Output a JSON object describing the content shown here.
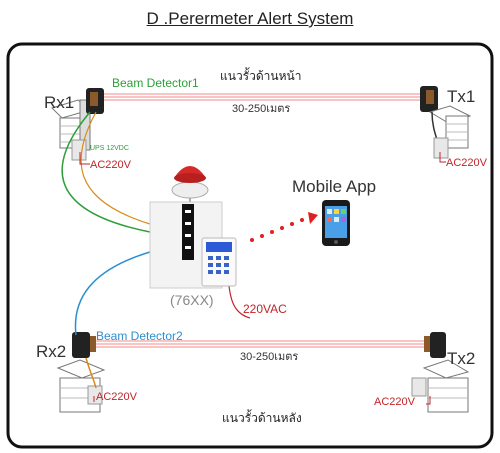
{
  "title": "D .Perermeter Alert System",
  "top_zone_label": "แนวรั้วด้านหน้า",
  "bottom_zone_label": "แนวรั้วด้านหลัง",
  "top_distance": "30-250เมตร",
  "bottom_distance": "30-250เมตร",
  "rx1_label": "Rx1",
  "tx1_label": "Tx1",
  "rx2_label": "Rx2",
  "tx2_label": "Tx2",
  "beam1_label": "Beam Detector1",
  "beam2_label": "Beam Detector2",
  "ups_label": "UPS 12VDC",
  "ac_rx1": "AC220V",
  "ac_tx1": "AC220V",
  "ac_rx2": "AC220V",
  "ac_tx2": "AC220V",
  "mobile_app_label": "Mobile App",
  "panel_model": "(76XX)",
  "panel_power": "220VAC",
  "colors": {
    "green": "#2e9e3a",
    "blue": "#2a8fd0",
    "red": "#c0252b",
    "beam": "#f08a8a"
  }
}
